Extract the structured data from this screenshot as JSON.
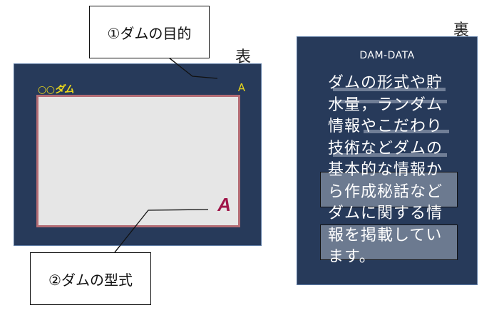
{
  "labels": {
    "front": "表",
    "back": "裏"
  },
  "callouts": {
    "purpose": "①ダムの目的",
    "type": "②ダムの型式"
  },
  "front_card": {
    "title_circles": "○○",
    "title_name": "ダム",
    "purpose_mark": "A",
    "type_mark": "A",
    "colors": {
      "background": "#273a5a",
      "title": "#e8d61c",
      "photo_area": "#e6e6e6",
      "photo_border": "#b36c74",
      "type_mark": "#a0164a"
    }
  },
  "back_card": {
    "title": "DAM-DATA",
    "lines": [
      "ダムの形式や貯",
      "水量，ランダム",
      "情報やこだわり",
      "技術などダムの",
      "基本的な情報か",
      "ら作成秘話など",
      "ダムに関する情",
      "報を掲載してい",
      "ます。"
    ],
    "colors": {
      "background": "#273a5a",
      "text": "#ffffff",
      "highlight": "#6c7a90"
    }
  }
}
